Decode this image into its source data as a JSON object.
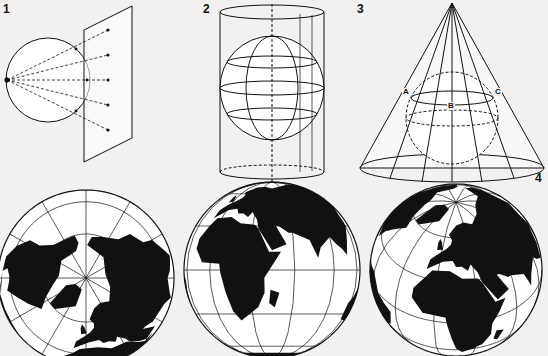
{
  "diagram": {
    "labels": [
      "1",
      "2",
      "3",
      "4",
      "A",
      "B",
      "C"
    ]
  }
}
